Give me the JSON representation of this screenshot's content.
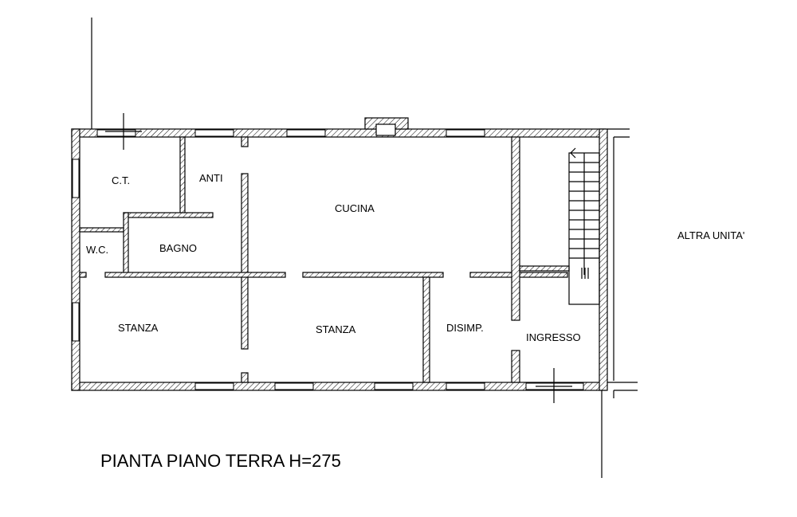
{
  "title": "PIANTA PIANO TERRA H=275",
  "rooms": {
    "ct": "C.T.",
    "anti": "ANTI",
    "cucina": "CUCINA",
    "wc": "W.C.",
    "bagno": "BAGNO",
    "stanza_left": "STANZA",
    "stanza_mid": "STANZA",
    "disimp": "DISIMP.",
    "ingresso": "INGRESSO"
  },
  "adjacent": {
    "altra_unita": "ALTRA UNITA'"
  }
}
